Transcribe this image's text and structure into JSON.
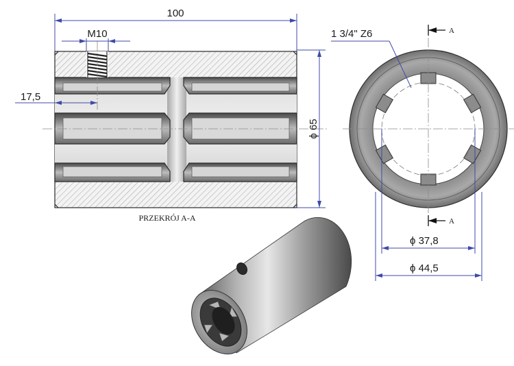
{
  "drawing": {
    "length_label": "100",
    "thread_label": "M10",
    "offset_label": "17,5",
    "diameter_label": "ϕ 65",
    "section_caption": "PRZEKRÓJ A-A",
    "spline_label": "1 3/4\" Z6",
    "section_marker_top": "A",
    "section_marker_bottom": "A",
    "inner_diameter_label": "ϕ  37,8",
    "outer_spline_label": "ϕ  44,5"
  }
}
